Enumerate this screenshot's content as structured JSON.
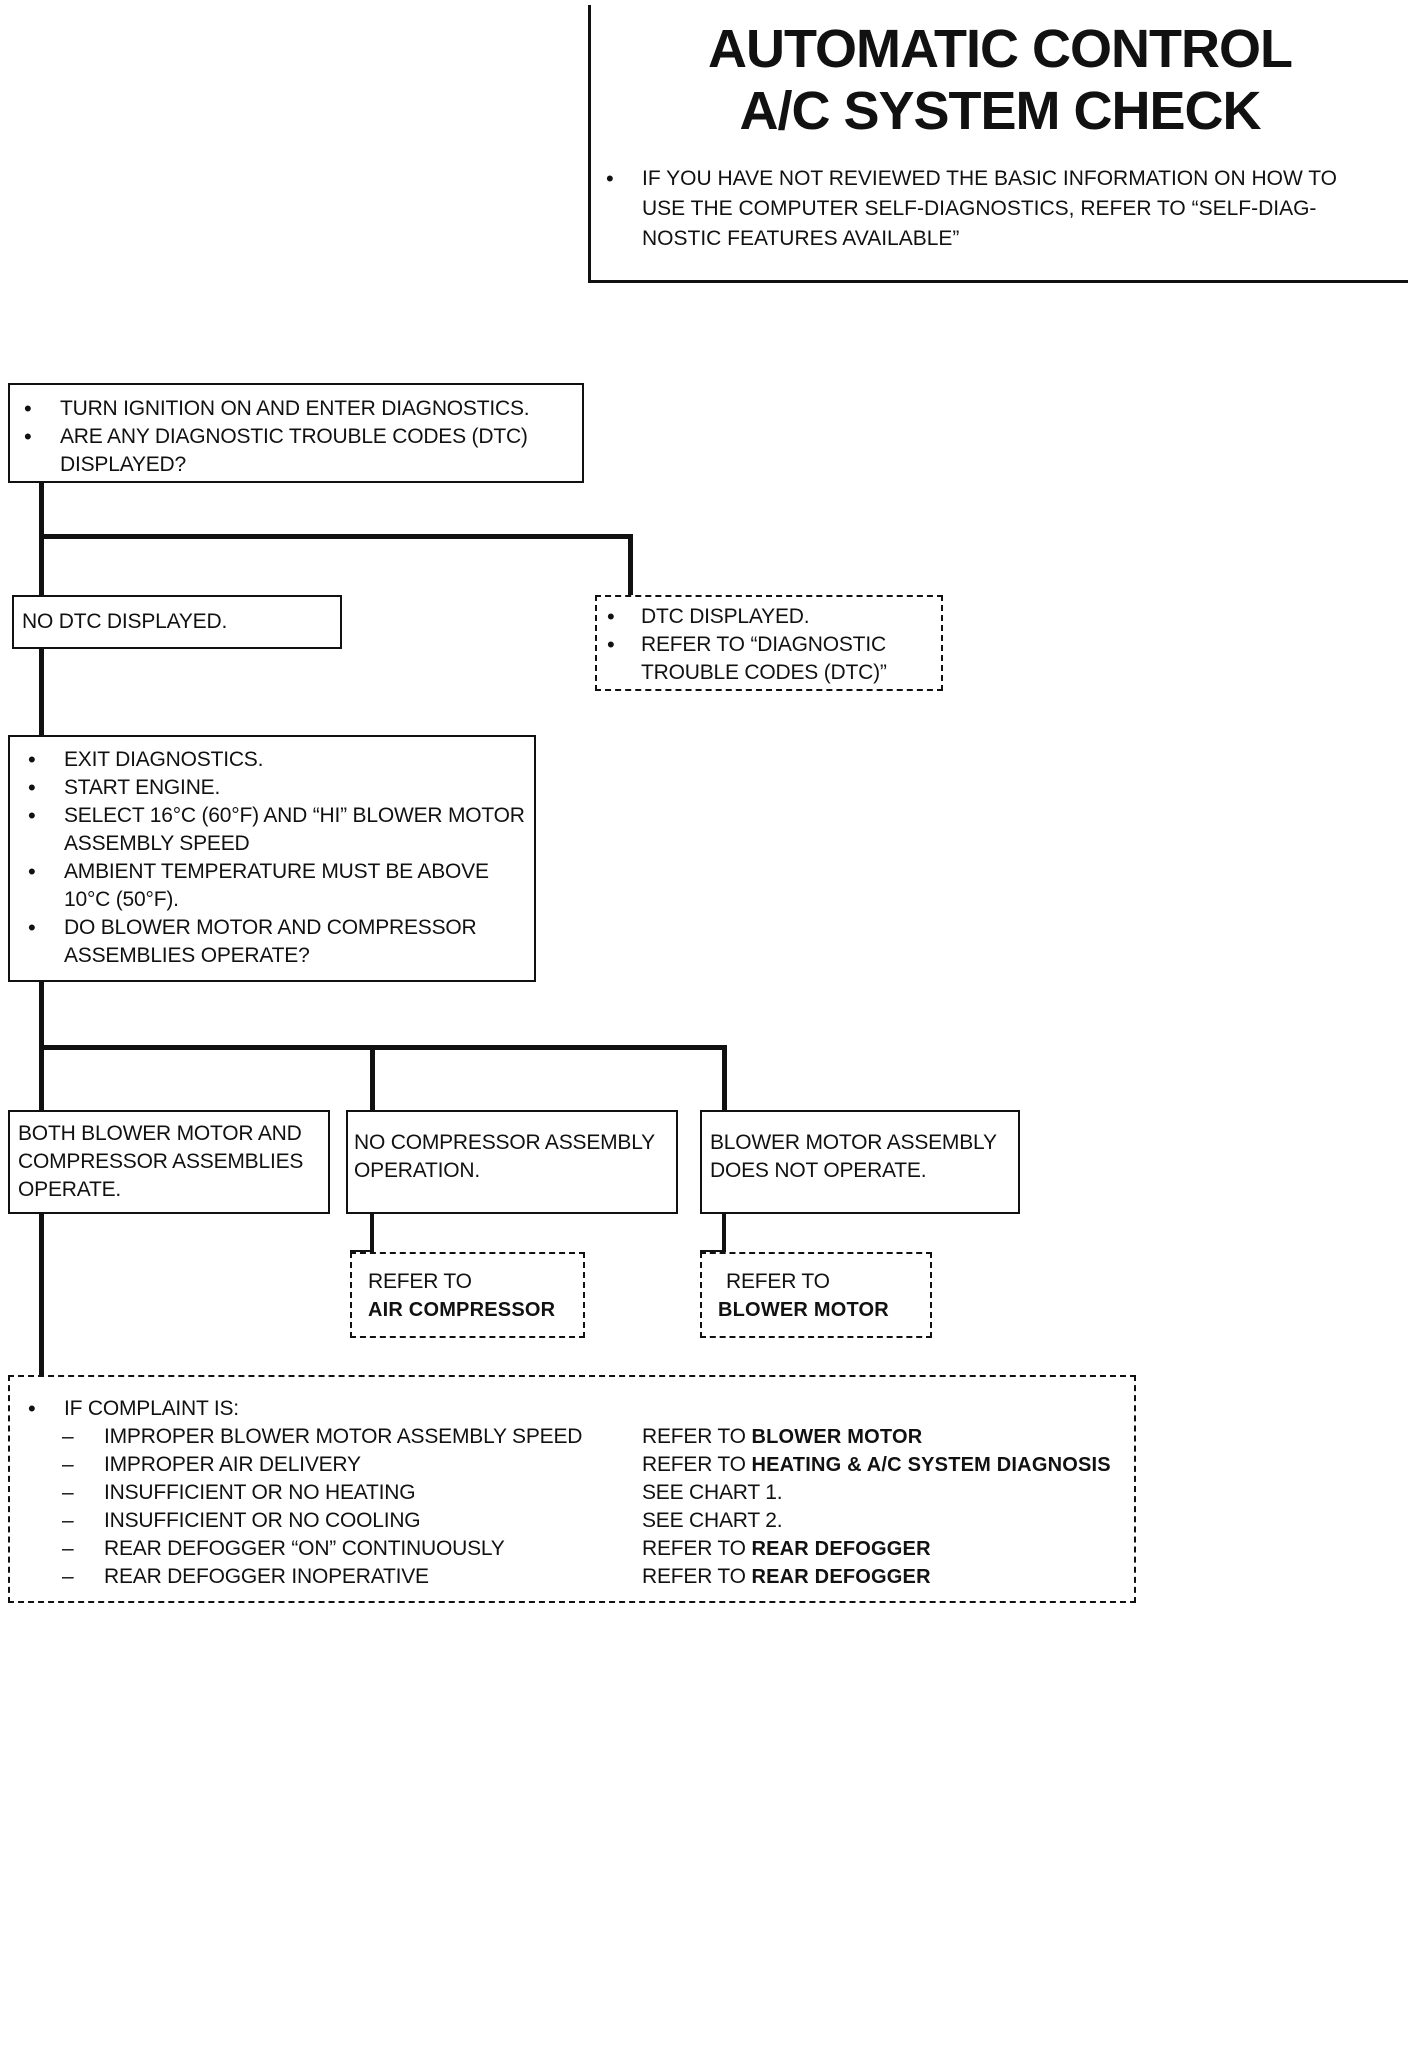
{
  "header": {
    "title_line1": "AUTOMATIC CONTROL",
    "title_line2": "A/C SYSTEM CHECK",
    "note": "IF YOU HAVE NOT REVIEWED THE BASIC INFORMATION ON HOW TO USE THE COMPUTER SELF-DIAGNOSTICS, REFER TO “SELF-DIAG-NOSTIC FEATURES AVAILABLE”"
  },
  "step1": {
    "items": [
      "TURN IGNITION ON AND ENTER DIAGNOSTICS.",
      "ARE ANY DIAGNOSTIC TROUBLE CODES (DTC) DISPLAYED?"
    ]
  },
  "no_dtc": {
    "text": "NO DTC DISPLAYED."
  },
  "dtc_displayed": {
    "items": [
      "DTC DISPLAYED.",
      "REFER TO “DIAGNOSTIC TROUBLE CODES (DTC)”"
    ]
  },
  "step2": {
    "items": [
      "EXIT DIAGNOSTICS.",
      "START ENGINE.",
      "SELECT 16°C (60°F) AND “HI” BLOWER MOTOR ASSEMBLY SPEED",
      "AMBIENT TEMPERATURE MUST BE ABOVE 10°C (50°F).",
      "DO BLOWER MOTOR AND COMPRESSOR ASSEMBLIES OPERATE?"
    ]
  },
  "both_operate": {
    "text": "BOTH BLOWER MOTOR AND COMPRESSOR ASSEMBLIES OPERATE."
  },
  "no_compressor": {
    "text": "NO COMPRESSOR ASSEMBLY OPERATION."
  },
  "blower_not": {
    "text": "BLOWER MOTOR ASSEMBLY DOES NOT OPERATE."
  },
  "ref_compressor": {
    "prefix": "REFER TO",
    "target": "AIR COMPRESSOR"
  },
  "ref_blower": {
    "prefix": "REFER TO",
    "target": "BLOWER MOTOR"
  },
  "complaints": {
    "heading": "IF COMPLAINT IS:",
    "dash": "–",
    "rows": [
      {
        "complaint": "IMPROPER BLOWER MOTOR ASSEMBLY SPEED",
        "action": "REFER TO",
        "target": "BLOWER MOTOR"
      },
      {
        "complaint": "IMPROPER AIR DELIVERY",
        "action": "REFER TO",
        "target": "HEATING & A/C SYSTEM DIAGNOSIS"
      },
      {
        "complaint": "INSUFFICIENT OR NO HEATING",
        "action": "SEE CHART 1.",
        "target": ""
      },
      {
        "complaint": "INSUFFICIENT OR NO COOLING",
        "action": "SEE CHART 2.",
        "target": ""
      },
      {
        "complaint": "REAR DEFOGGER “ON” CONTINUOUSLY",
        "action": "REFER TO",
        "target": "REAR DEFOGGER"
      },
      {
        "complaint": "REAR DEFOGGER INOPERATIVE",
        "action": "REFER TO",
        "target": "REAR DEFOGGER"
      }
    ]
  }
}
